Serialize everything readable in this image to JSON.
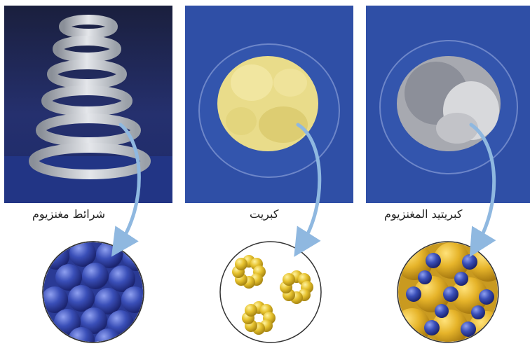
{
  "panels": [
    {
      "label": "شرائط مغنزيوم",
      "photo": "magnesium-ribbon-coil",
      "model": "magnesium-atom-lattice"
    },
    {
      "label": "كبريت",
      "photo": "sulfur-powder-dish",
      "model": "sulfur-s8-rings"
    },
    {
      "label": "كبريتيد المغنزيوم",
      "photo": "magnesium-sulfide-powder-dish",
      "model": "magnesium-sulfide-lattice"
    }
  ],
  "colors": {
    "photo_bg": "#2f4fa6",
    "magnesium": "#3a4fb8",
    "sulfur": "#e6c22e",
    "arrow": "#8fb8e0"
  }
}
